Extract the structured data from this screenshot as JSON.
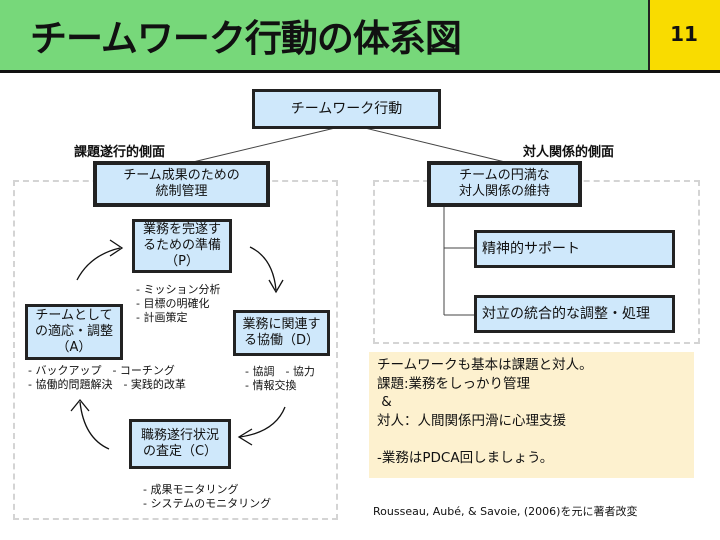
{
  "header": {
    "title": "チームワーク行動の体系図",
    "page_number": "11",
    "colors": {
      "title_bg": "#77d87a",
      "page_bg": "#f9dc00"
    }
  },
  "diagram": {
    "root": "チームワーク行動",
    "task_side": {
      "label": "課題遂行的側面",
      "node": "チーム成果のための\n統制管理",
      "cycle": {
        "plan": {
          "title": "業務を完遂す\nるための準備\n（P）",
          "items": "- ミッション分析\n- 目標の明確化\n- 計画策定"
        },
        "do": {
          "title": "業務に関連す\nる協働（D）",
          "items": "- 協調　- 協力\n- 情報交換"
        },
        "check": {
          "title": "職務遂行状況\nの査定（C）",
          "items": "- 成果モニタリング\n- システムのモニタリング"
        },
        "act": {
          "title": "チームとして\nの適応・調整\n（A）",
          "items": "- バックアップ　- コーチング\n- 協働的問題解決　- 実践的改革"
        }
      }
    },
    "interpersonal_side": {
      "label": "対人関係的側面",
      "node": "チームの円満な\n対人関係の維持",
      "children": [
        "精神的サポート",
        "対立の統合的な調整・処理"
      ]
    },
    "box_color": "#cfe8fb"
  },
  "note": {
    "text": "チームワークも基本は課題と対人。\n課題:業務をしっかり管理\n &\n対人：人間関係円滑に心理支援\n\n-業務はPDCA回しましょう。",
    "bg": "#fdf1cf"
  },
  "citation": "Rousseau, Aubé, & Savoie, (2006)を元に著者改変"
}
